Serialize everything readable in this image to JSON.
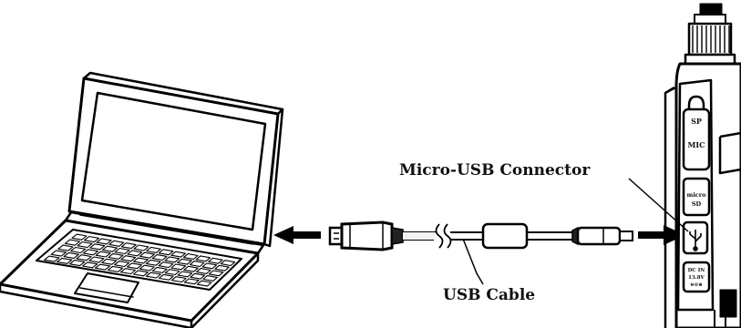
{
  "labels": {
    "connector": "Micro-USB Connector",
    "cable": "USB Cable"
  },
  "radio_panel": {
    "sp": "SP",
    "mic": "MIC",
    "micro_sd_1": "micro",
    "micro_sd_2": "SD",
    "dc_in_1": "DC IN",
    "dc_in_2": "13.8V",
    "dc_in_3": "⊖⊙⊕"
  },
  "icons": {
    "usb_port": "usb-trident-icon",
    "arrow_to_laptop": "left-arrow-icon",
    "arrow_to_radio": "right-arrow-icon"
  },
  "colors": {
    "line": "#000000",
    "cable_fill": "#f2f2f2",
    "background": "#ffffff"
  }
}
